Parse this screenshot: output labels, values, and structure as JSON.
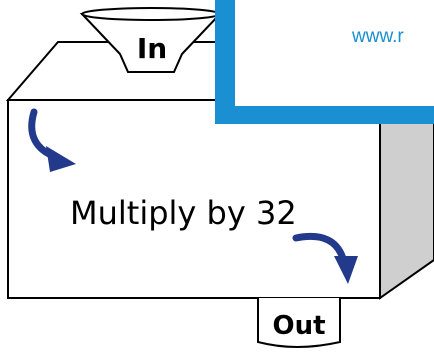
{
  "machine": {
    "input_label": "In",
    "output_label": "Out",
    "rule_text": "Multiply by 32"
  },
  "banner": {
    "url_text": "www.r"
  },
  "colors": {
    "banner_blue": "#1a8fd1",
    "url_blue": "#1a8fd1",
    "arrow_fill": "#233a8c",
    "box_side": "#cfcfcf",
    "stroke": "#000000"
  }
}
